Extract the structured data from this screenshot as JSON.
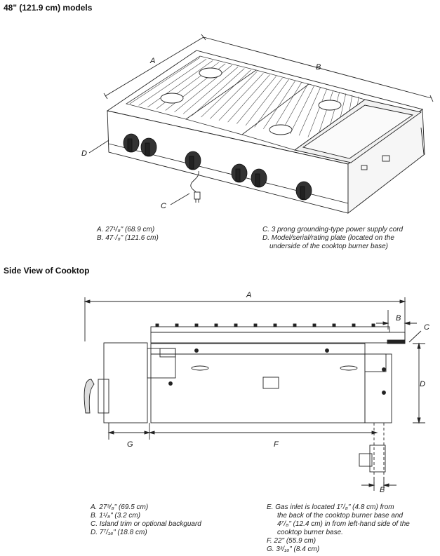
{
  "top_heading": "48\" (121.9 cm) models",
  "side_heading": "Side View of Cooktop",
  "top_labels": {
    "a": "A",
    "b": "B",
    "c": "C",
    "d": "D"
  },
  "top_notes": {
    "a": "A. 27¹/₈\" (68.9 cm)",
    "b": "B. 47·/₈\" (121.6 cm)",
    "c": "C. 3 prong grounding-type power supply cord",
    "d1": "D. Model/serial/rating plate (located on the",
    "d2": "underside of the cooktop burner base)"
  },
  "side_labels": {
    "a": "A",
    "b": "B",
    "c": "C",
    "d": "D",
    "e": "E",
    "f": "F",
    "g": "G"
  },
  "side_notes": {
    "a": "A. 27³/₈\" (69.5 cm)",
    "b": "B. 1¹/₈\" (3.2 cm)",
    "c": "C. Island trim or optional backguard",
    "d": "D. 7⁷/₁₆\" (18.8 cm)",
    "e1": "E. Gas inlet is located 1⁷/₈\" (4.8 cm) from",
    "e2": "the back of the cooktop burner base and",
    "e3": "4⁷/₈\" (12.4 cm) in from left-hand side of the",
    "e4": "cooktop burner base.",
    "f": "F. 22\" (55.9 cm)",
    "g": "G. 3³/₁₆\" (8.4 cm)"
  }
}
